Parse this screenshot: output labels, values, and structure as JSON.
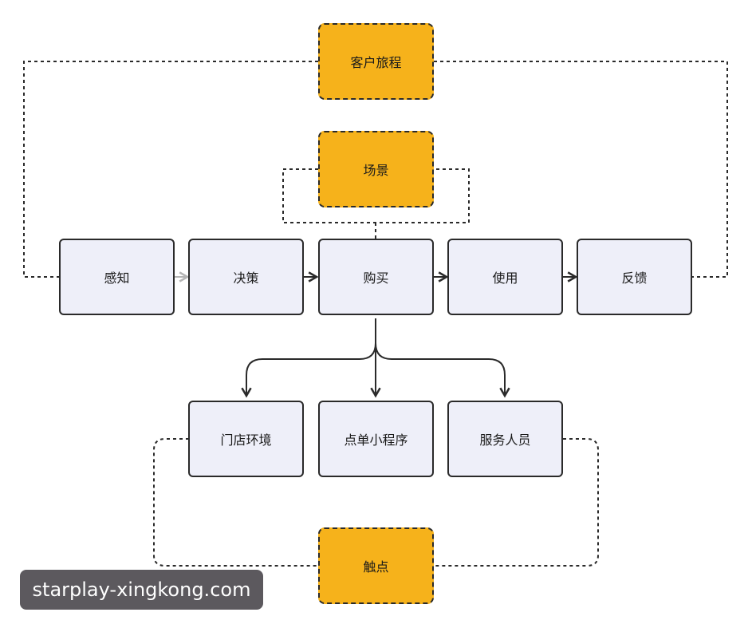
{
  "labels": {
    "journey": "客户旅程",
    "scene": "场景",
    "steps": [
      "感知",
      "决策",
      "购买",
      "使用",
      "反馈"
    ],
    "touchpoints": [
      "门店环境",
      "点单小程序",
      "服务人员"
    ],
    "touch": "触点"
  },
  "watermark": "starplay-xingkong.com",
  "colors": {
    "tag_fill": "#f6b21b",
    "step_fill": "#eeeff9",
    "stroke": "#2a2a2a",
    "faded_arrow": "#b5b5b5"
  }
}
